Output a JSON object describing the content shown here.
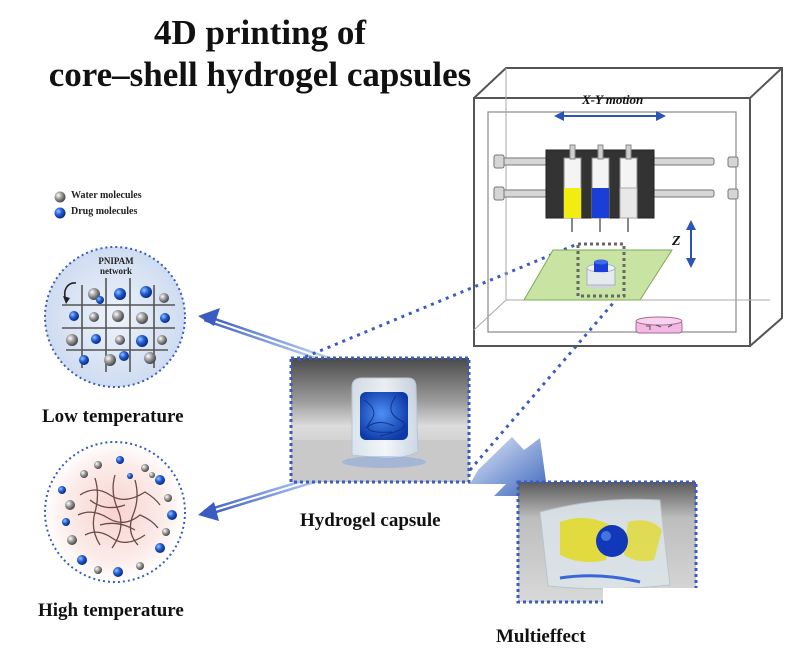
{
  "title": {
    "line1": "4D printing of",
    "line2": "core–shell hydrogel capsules"
  },
  "legend": {
    "water": "Water molecules",
    "drug": "Drug molecules"
  },
  "pnipam_label_1": "PNIPAM",
  "pnipam_label_2": "network",
  "low_temp_label": "Low temperature",
  "high_temp_label": "High temperature",
  "capsule_label": "Hydrogel capsule",
  "multieffect_label": "Multieffect",
  "printer": {
    "xy_label": "X-Y motion",
    "z_label": "Z"
  },
  "colors": {
    "water_molecule": "#8c8c8c",
    "drug_molecule": "#1f5fd6",
    "syringe_yellow": "#f2ec10",
    "syringe_blue": "#1a3fd8",
    "syringe_white": "#e8e8e8",
    "platform_green": "#c8e3a2",
    "dotted_border": "#3a5bbf",
    "petri_pink": "#f4b8e6"
  },
  "icons": [
    "water-molecule-icon",
    "drug-molecule-icon",
    "curved-arrow-icon",
    "double-arrow-icon"
  ]
}
